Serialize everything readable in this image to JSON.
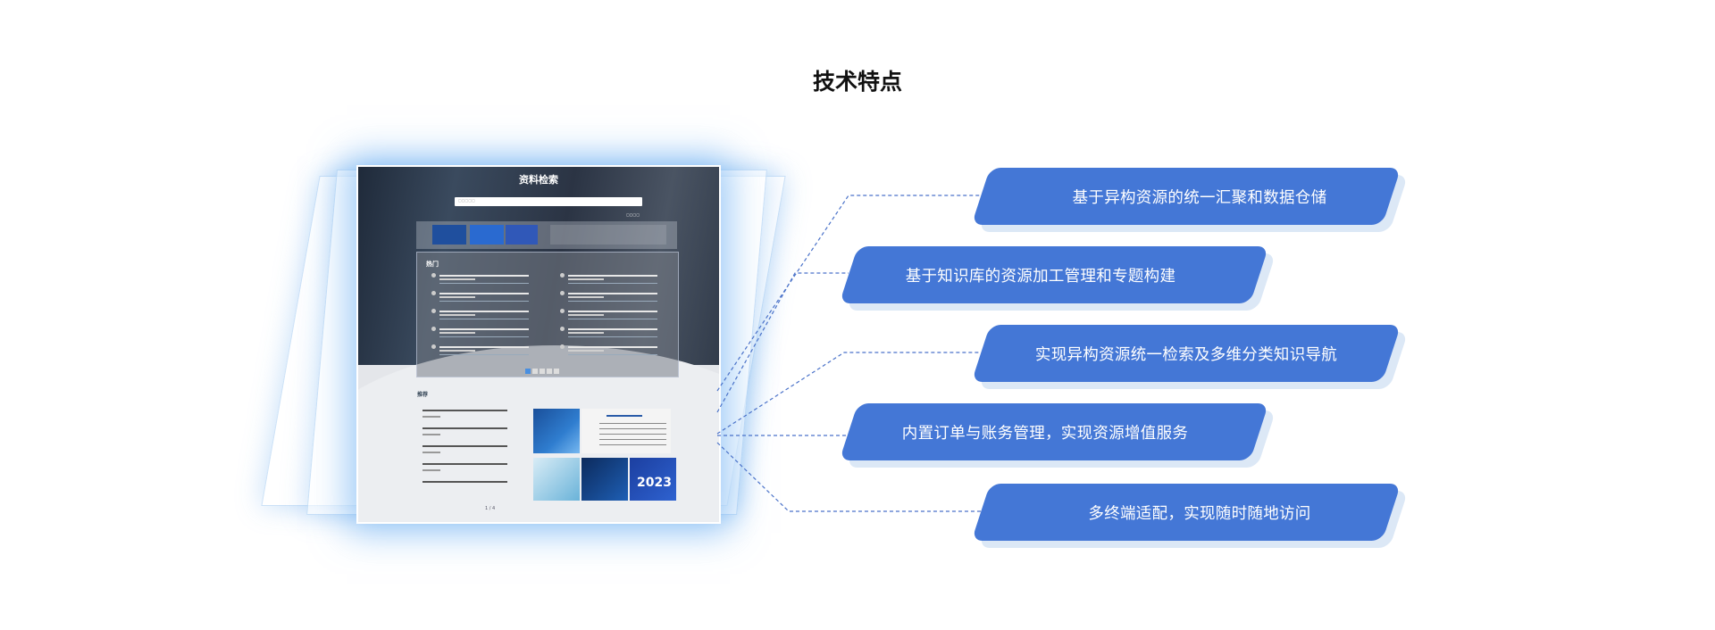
{
  "title": "技术特点",
  "screenshot": {
    "title": "资料检索",
    "hot_label": "热门",
    "recommend_label": "推荐",
    "pager_text": "1 / 4",
    "image_caption": "2023"
  },
  "features": [
    "基于异构资源的统一汇聚和数据仓储",
    "基于知识库的资源加工管理和专题构建",
    "实现异构资源统一检索及多维分类知识导航",
    "内置订单与账务管理，实现资源增值服务",
    "多终端适配，实现随时随地访问"
  ],
  "colors": {
    "pill": "#4477d6",
    "pill_shadow": "#dce8f6",
    "connector": "#4a72c9",
    "glow": "#5aa0f0"
  }
}
